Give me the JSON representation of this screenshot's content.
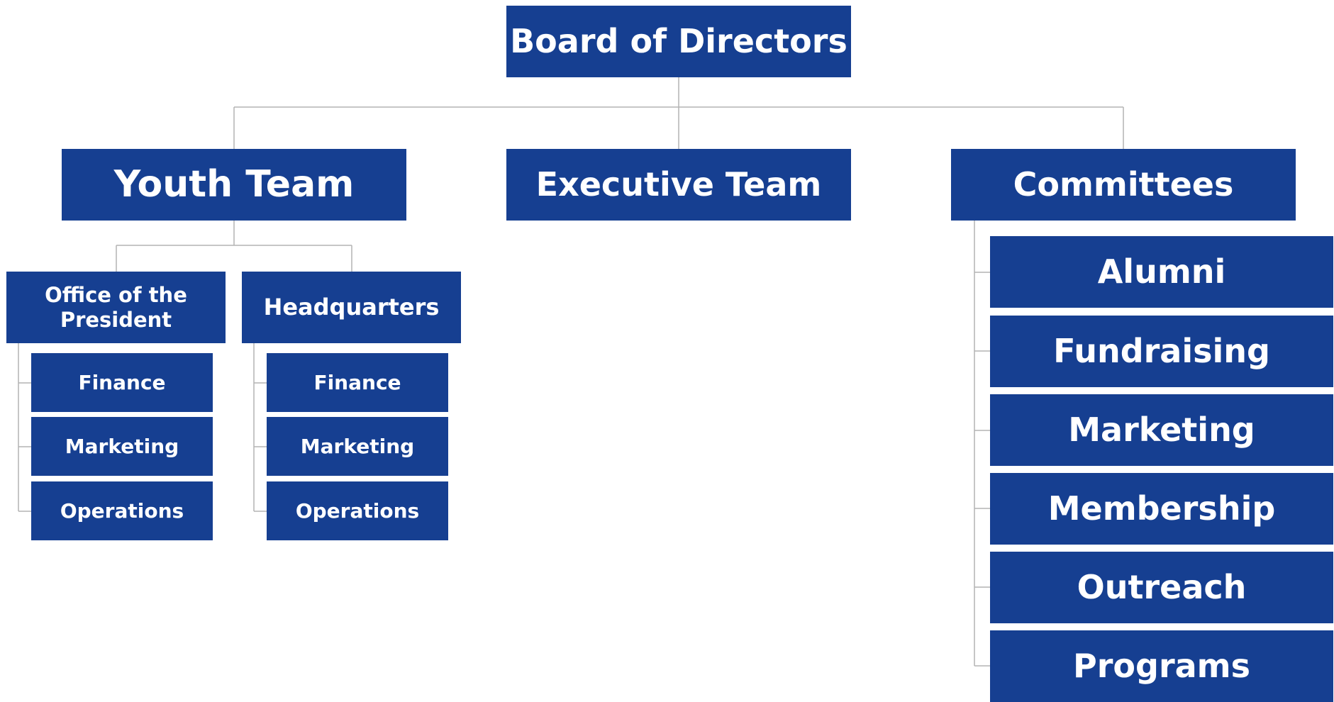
{
  "root": {
    "label": "Board of Directors"
  },
  "youth_team": {
    "label": "Youth Team",
    "office": {
      "label": "Office of the President",
      "items": [
        "Finance",
        "Marketing",
        "Operations"
      ]
    },
    "headquarters": {
      "label": "Headquarters",
      "items": [
        "Finance",
        "Marketing",
        "Operations"
      ]
    }
  },
  "executive_team": {
    "label": "Executive Team"
  },
  "committees": {
    "label": "Committees",
    "items": [
      "Alumni",
      "Fundraising",
      "Marketing",
      "Membership",
      "Outreach",
      "Programs"
    ]
  },
  "colors": {
    "box": "#163f91",
    "text": "#ffffff",
    "connector": "#b3b3b3"
  }
}
